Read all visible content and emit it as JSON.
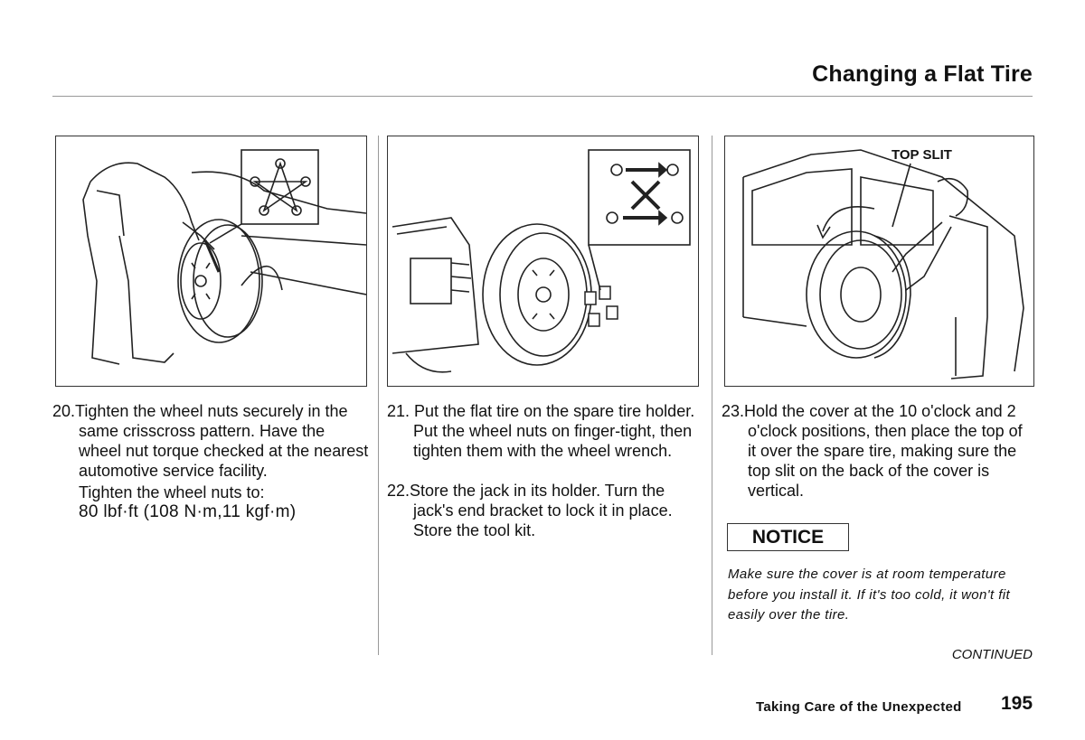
{
  "header": {
    "title": "Changing a Flat Tire"
  },
  "step20": {
    "text": "20.Tighten the wheel nuts securely in the same crisscross pattern. Have the wheel nut torque checked at the nearest automotive service facility.",
    "torque_label": "Tighten the wheel nuts to:",
    "torque_value": "80 lbf·ft (108 N·m,11 kgf·m)"
  },
  "step21": {
    "text": "21. Put the flat tire on the spare tire holder. Put the wheel nuts on finger-tight, then tighten them with the wheel wrench."
  },
  "step22": {
    "text": "22.Store the jack in its holder. Turn the jack's end bracket to lock it in place. Store the tool kit."
  },
  "step23": {
    "text": "23.Hold the cover at the 10 o'clock and 2 o'clock positions, then place the top of it over the spare tire, making sure the top slit on the back of the cover is vertical."
  },
  "figure3": {
    "callout": "TOP SLIT"
  },
  "notice": {
    "label": "NOTICE",
    "text": "Make sure the cover is at room temperature before you install it. If it's too cold, it won't fit easily over the tire."
  },
  "footer": {
    "continued": "CONTINUED",
    "section": "Taking Care of the Unexpected",
    "page": "195"
  },
  "icons": [
    "wheel-nut-star-pattern-icon",
    "crisscross-arrows-icon",
    "tire-icon",
    "lug-nut-icon"
  ]
}
